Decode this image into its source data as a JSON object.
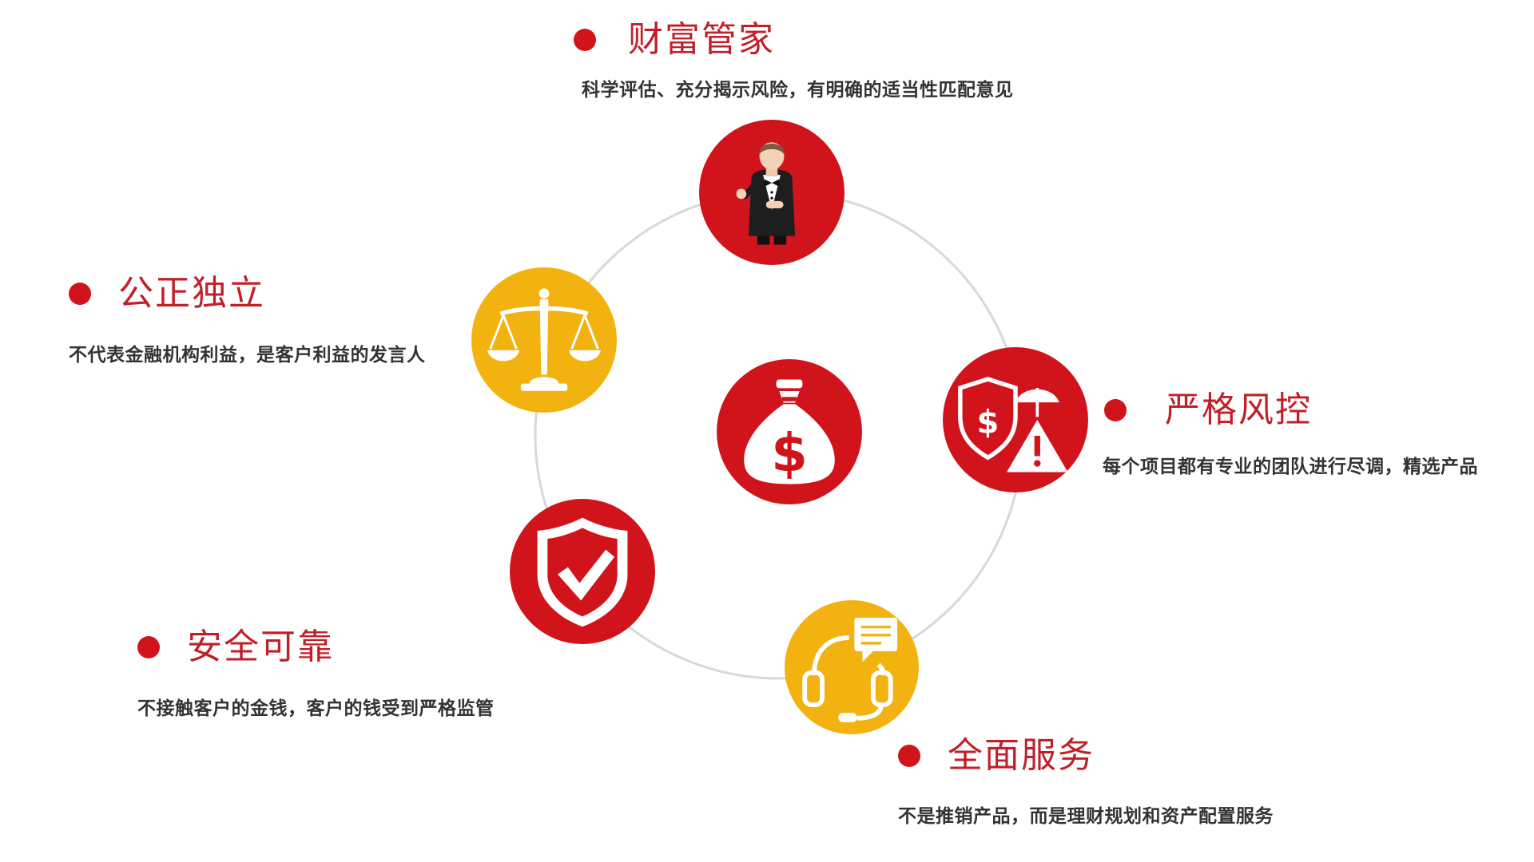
{
  "colors": {
    "red": "#d1141b",
    "yellow": "#f2b20f",
    "ring": "#d8d8d8",
    "title": "#c0202a",
    "text": "#333333"
  },
  "center": {
    "icon": "money-bag-dollar-icon"
  },
  "features": [
    {
      "id": "wealth-butler",
      "title": "财富管家",
      "desc": "科学评估、充分揭示风险，有明确的适当性匹配意见",
      "icon": "butler-icon",
      "color": "red"
    },
    {
      "id": "independent",
      "title": "公正独立",
      "desc": "不代表金融机构利益，是客户利益的发言人",
      "icon": "scales-icon",
      "color": "yellow"
    },
    {
      "id": "risk-control",
      "title": "严格风控",
      "desc": "每个项目都有专业的团队进行尽调，精选产品",
      "icon": "shield-umbrella-warning-icon",
      "color": "red"
    },
    {
      "id": "safe",
      "title": "安全可靠",
      "desc": "不接触客户的金钱，客户的钱受到严格监管",
      "icon": "shield-check-icon",
      "color": "red"
    },
    {
      "id": "full-service",
      "title": "全面服务",
      "desc": "不是推销产品，而是理财规划和资产配置服务",
      "icon": "headset-icon",
      "color": "yellow"
    }
  ]
}
